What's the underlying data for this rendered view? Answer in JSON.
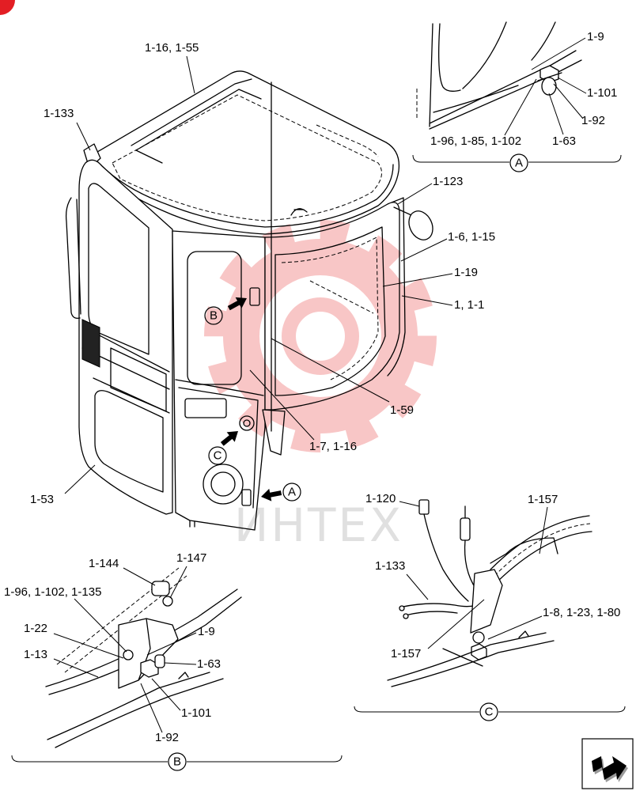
{
  "main_view": {
    "labels": [
      "1-16, 1-55",
      "1-133",
      "1-123",
      "1-6, 1-15",
      "1-19",
      "1, 1-1",
      "1-59",
      "1-7, 1-16",
      "1-53"
    ],
    "markers": [
      "B",
      "C",
      "A"
    ]
  },
  "detail_a": {
    "title": "A",
    "labels": [
      "1-9",
      "1-101",
      "1-92",
      "1-96, 1-85, 1-102",
      "1-63"
    ]
  },
  "detail_b": {
    "title": "B",
    "labels": [
      "1-144",
      "1-147",
      "1-96, 1-102, 1-135",
      "1-22",
      "1-9",
      "1-13",
      "1-63",
      "1-101",
      "1-92"
    ]
  },
  "detail_c": {
    "title": "C",
    "labels": [
      "1-120",
      "1-157",
      "1-133",
      "1-8, 1-23, 1-80",
      "1-157"
    ]
  },
  "watermark": {
    "text": "ИНТЕХ"
  },
  "navigation": {
    "icon": "next-page-arrow-icon"
  },
  "colors": {
    "line": "#000000",
    "logo": "#e31e24",
    "watermark_gear": "#f6b3b3",
    "watermark_text": "#d6d6d6"
  }
}
